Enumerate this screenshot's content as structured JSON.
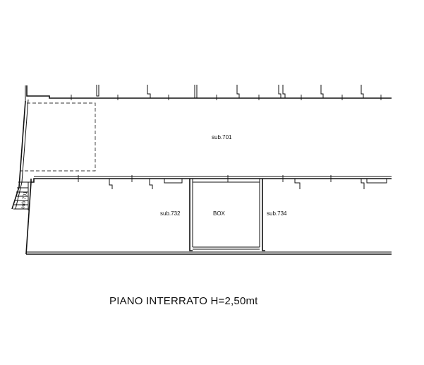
{
  "floor_plan": {
    "units": {
      "sub701": "sub.701",
      "sub732": "sub.732",
      "box": "BOX",
      "sub734": "sub.734"
    },
    "stair_label": "sub.701",
    "caption": "PIANO INTERRATO H=2,50mt"
  }
}
